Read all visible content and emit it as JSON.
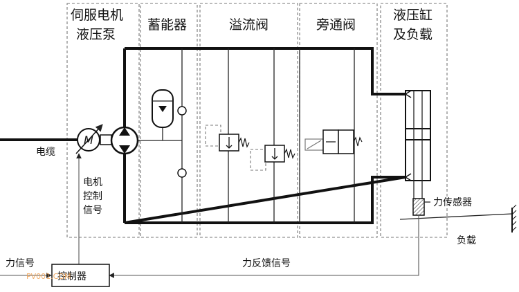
{
  "sections": {
    "servo_pump_line1": "伺服电机",
    "servo_pump_line2": "液压泵",
    "accumulator": "蓄能器",
    "relief_valve": "溢流阀",
    "bypass_valve": "旁通阀",
    "cylinder_line1": "液压缸",
    "cylinder_line2": "及负载"
  },
  "labels": {
    "cable": "电缆",
    "motor_ctrl_1": "电机",
    "motor_ctrl_2": "控制",
    "motor_ctrl_3": "信号",
    "force_sensor": "力传感器",
    "load": "负载",
    "force_feedback": "力反馈信号",
    "force_signal": "力信号",
    "controller": "控制器"
  },
  "watermark": "PV001.COM",
  "colors": {
    "line": "#111111",
    "dashed_box": "#777777",
    "watermark": "#f0a050"
  }
}
